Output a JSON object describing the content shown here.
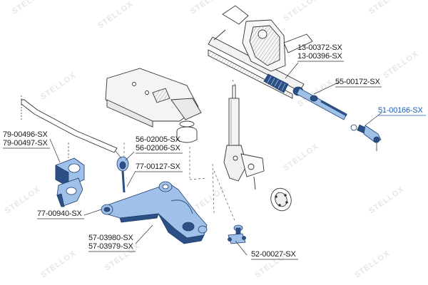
{
  "watermark": {
    "text": "STELLOX"
  },
  "colors": {
    "part_blue": "#9fc0e8",
    "part_blue_dark": "#2c4f86",
    "outline": "#333333",
    "highlight_text": "#1f5fb5",
    "watermark": "#e6e6e6"
  },
  "labels": {
    "p13_00372": "13-00372-SX",
    "p13_00396": "13-00396-SX",
    "p55_00172": "55-00172-SX",
    "p51_00166": "51-00166-SX",
    "p79_00496": "79-00496-SX",
    "p79_00497": "79-00497-SX",
    "p56_02005": "56-02005-SX",
    "p56_02006": "56-02006-SX",
    "p77_00127": "77-00127-SX",
    "p77_00940": "77-00940-SX",
    "p57_03980": "57-03980-SX",
    "p57_03979": "57-03979-SX",
    "p52_00027": "52-00027-SX"
  }
}
